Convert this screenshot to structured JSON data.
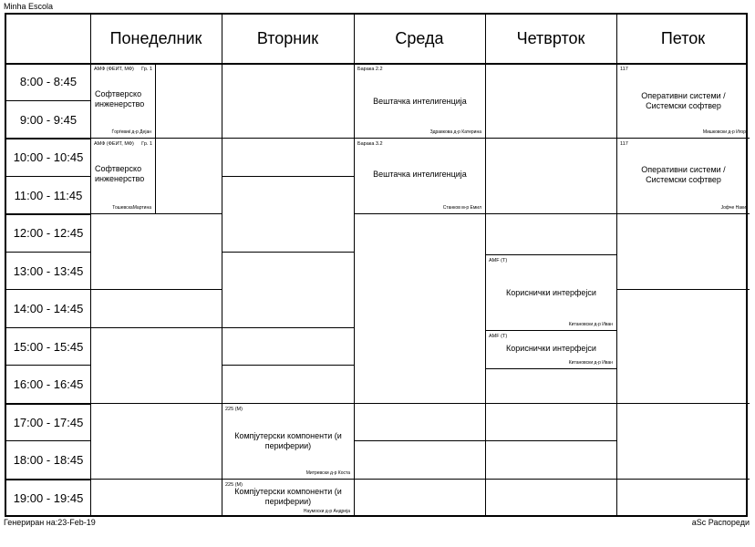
{
  "school_name": "Minha Escola",
  "footer": {
    "generated": "Генериран на:23-Feb-19",
    "vendor": "aSc Распореди"
  },
  "days": [
    "Понеделник",
    "Вторник",
    "Среда",
    "Четврток",
    "Петок"
  ],
  "periods": [
    "8:00 - 8:45",
    "9:00 - 9:45",
    "10:00 - 10:45",
    "11:00 - 11:45",
    "12:00 - 12:45",
    "13:00 - 13:45",
    "14:00 - 14:45",
    "15:00 - 15:45",
    "16:00 - 16:45",
    "17:00 - 17:45",
    "18:00 - 18:45",
    "19:00 - 19:45"
  ],
  "lessons": {
    "mon1": {
      "room": "АМФ (ФЕИТ, МФ)",
      "group": "Гр. 1",
      "subject": "Софтверско инженерство",
      "teacher": "Ѓорѓевиќ д-р Дејан"
    },
    "mon2": {
      "room": "АМФ (ФЕИТ, МФ)",
      "group": "Гр. 1",
      "subject": "Софтверско инженерство",
      "teacher": "ТошевскаМартина"
    },
    "wed1": {
      "room": "Барака 2.2",
      "subject": "Вештачка интелигенција",
      "teacher": "Здравкова д-р Катерина"
    },
    "wed2": {
      "room": "Барака 3.2",
      "subject": "Вештачка интелигенција",
      "teacher": "Станков м-р Емил"
    },
    "fri1": {
      "room": "117",
      "subject": "Оперативни системи / Системски софтвер",
      "teacher": "Мишковски д-р Игор"
    },
    "fri2": {
      "room": "117",
      "subject": "Оперативни системи / Системски софтвер",
      "teacher": "Јофче Наки"
    },
    "thu1": {
      "room": "AMF (T)",
      "subject": "Кориснички интерфејси",
      "teacher": "Китановски д-р Иван"
    },
    "thu2": {
      "room": "AMF (T)",
      "subject": "Кориснички интерфејси",
      "teacher": "Китановски д-р Иван"
    },
    "tue1": {
      "room": "225 (M)",
      "subject": "Компјутерски компоненти (и периферии)",
      "teacher": "Митревски д-р Коста"
    },
    "tue2": {
      "room": "225 (M)",
      "subject": "Компјутерски компоненти (и периферии)",
      "teacher": "Наумоски д-р Андреја"
    }
  }
}
